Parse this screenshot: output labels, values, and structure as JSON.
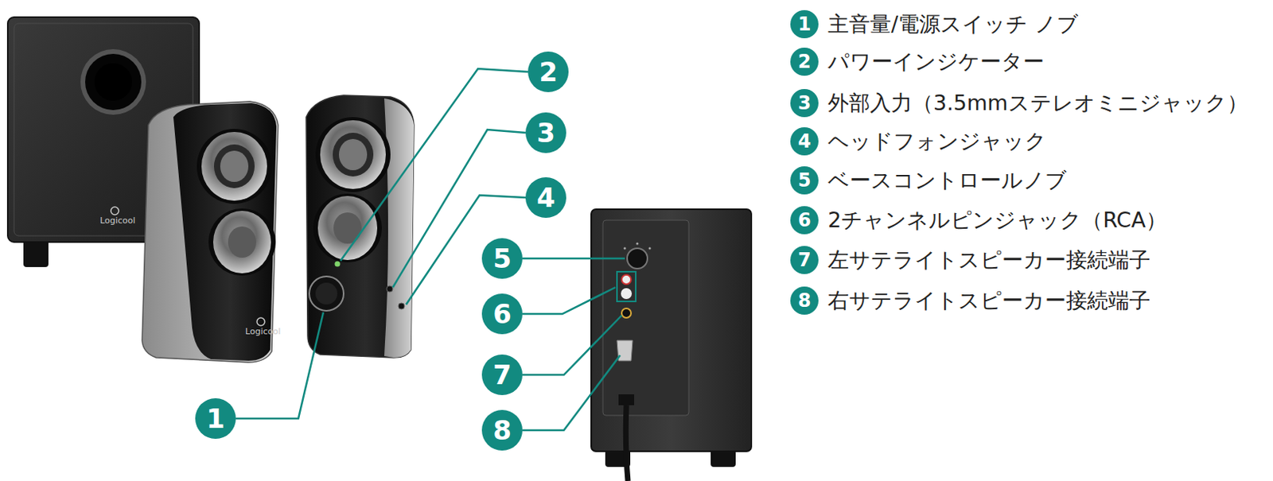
{
  "diagram": {
    "nodes": [
      {
        "text": [
          "1"
        ]
      },
      {
        "text": [
          "2"
        ]
      },
      {
        "text": [
          "3"
        ]
      },
      {
        "text": [
          "4"
        ]
      },
      {
        "text": [
          "5"
        ]
      },
      {
        "text": [
          "6"
        ]
      },
      {
        "text": [
          "7"
        ]
      },
      {
        "text": [
          "8"
        ]
      },
      {
        "text": [
          "1"
        ]
      },
      {
        "text": [
          "2"
        ]
      },
      {
        "text": [
          "3"
        ]
      },
      {
        "text": [
          "4"
        ]
      },
      {
        "text": [
          "5"
        ]
      },
      {
        "text": [
          "6"
        ]
      },
      {
        "text": [
          "7"
        ]
      },
      {
        "text": [
          "8"
        ]
      }
    ],
    "labels": [
      "主音量/電源スイッチ ノブ",
      "パワーインジケーター",
      "外部入力（3.5mmステレオミニジャック）",
      "ヘッドフォンジャック",
      "ベースコントロールノブ",
      "2チャンネルピンジャック（RCA）",
      "左サテライトスピーカー接続端子",
      "右サテライトスピーカー接続端子",
      "Logicool",
      "Logicool"
    ]
  }
}
